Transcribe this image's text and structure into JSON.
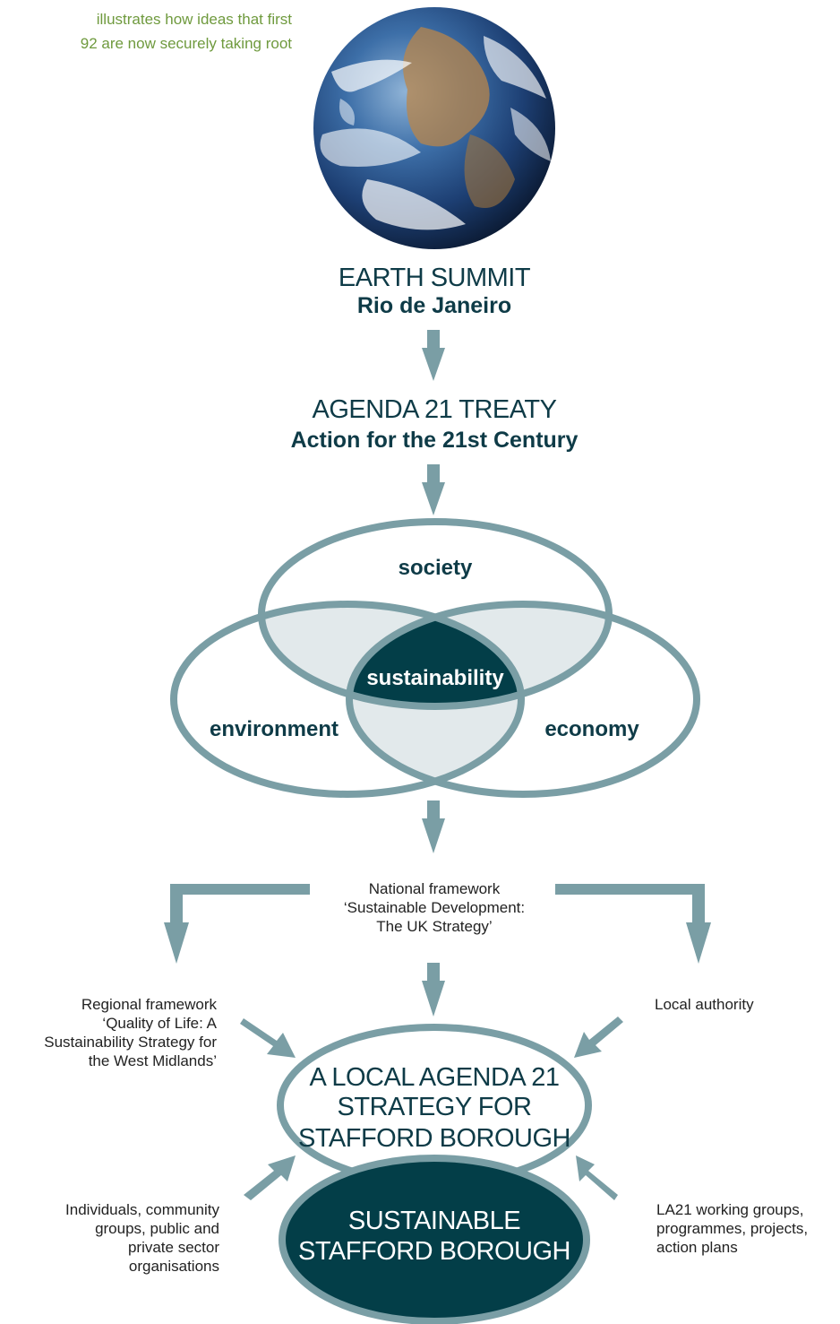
{
  "intro": {
    "line1": "illustrates how ideas that first",
    "line2": "92 are now securely taking root"
  },
  "earth": {
    "icon": "earth-globe-icon",
    "title": "EARTH SUMMIT",
    "subtitle": "Rio de Janeiro"
  },
  "agenda": {
    "title": "AGENDA 21 TREATY",
    "subtitle": "Action for the 21st Century"
  },
  "venn": {
    "top": "society",
    "left": "environment",
    "right": "economy",
    "center": "sustainability"
  },
  "national": {
    "line1": "National framework",
    "line2": "‘Sustainable Development:",
    "line3": "The UK Strategy’"
  },
  "regional": {
    "line1": "Regional framework",
    "line2": "‘Quality of Life: A",
    "line3": "Sustainability Strategy for",
    "line4": "the West Midlands’"
  },
  "local_authority": "Local authority",
  "individuals": {
    "line1": "Individuals, community",
    "line2": "groups, public and",
    "line3": "private sector",
    "line4": "organisations"
  },
  "working_groups": {
    "line1": "LA21 working groups,",
    "line2": "programmes, projects,",
    "line3": "action plans"
  },
  "strategy": {
    "line1": "A LOCAL AGENDA 21",
    "line2": "STRATEGY FOR",
    "line3": "STAFFORD BOROUGH"
  },
  "sustainable": {
    "line1": "SUSTAINABLE",
    "line2": "STAFFORD BOROUGH"
  },
  "colors": {
    "stroke": "#7a9ea5",
    "dark": "#033e48",
    "light_fill": "#e2e9eb",
    "text": "#0e3b47",
    "intro_green": "#6f9a3e"
  }
}
